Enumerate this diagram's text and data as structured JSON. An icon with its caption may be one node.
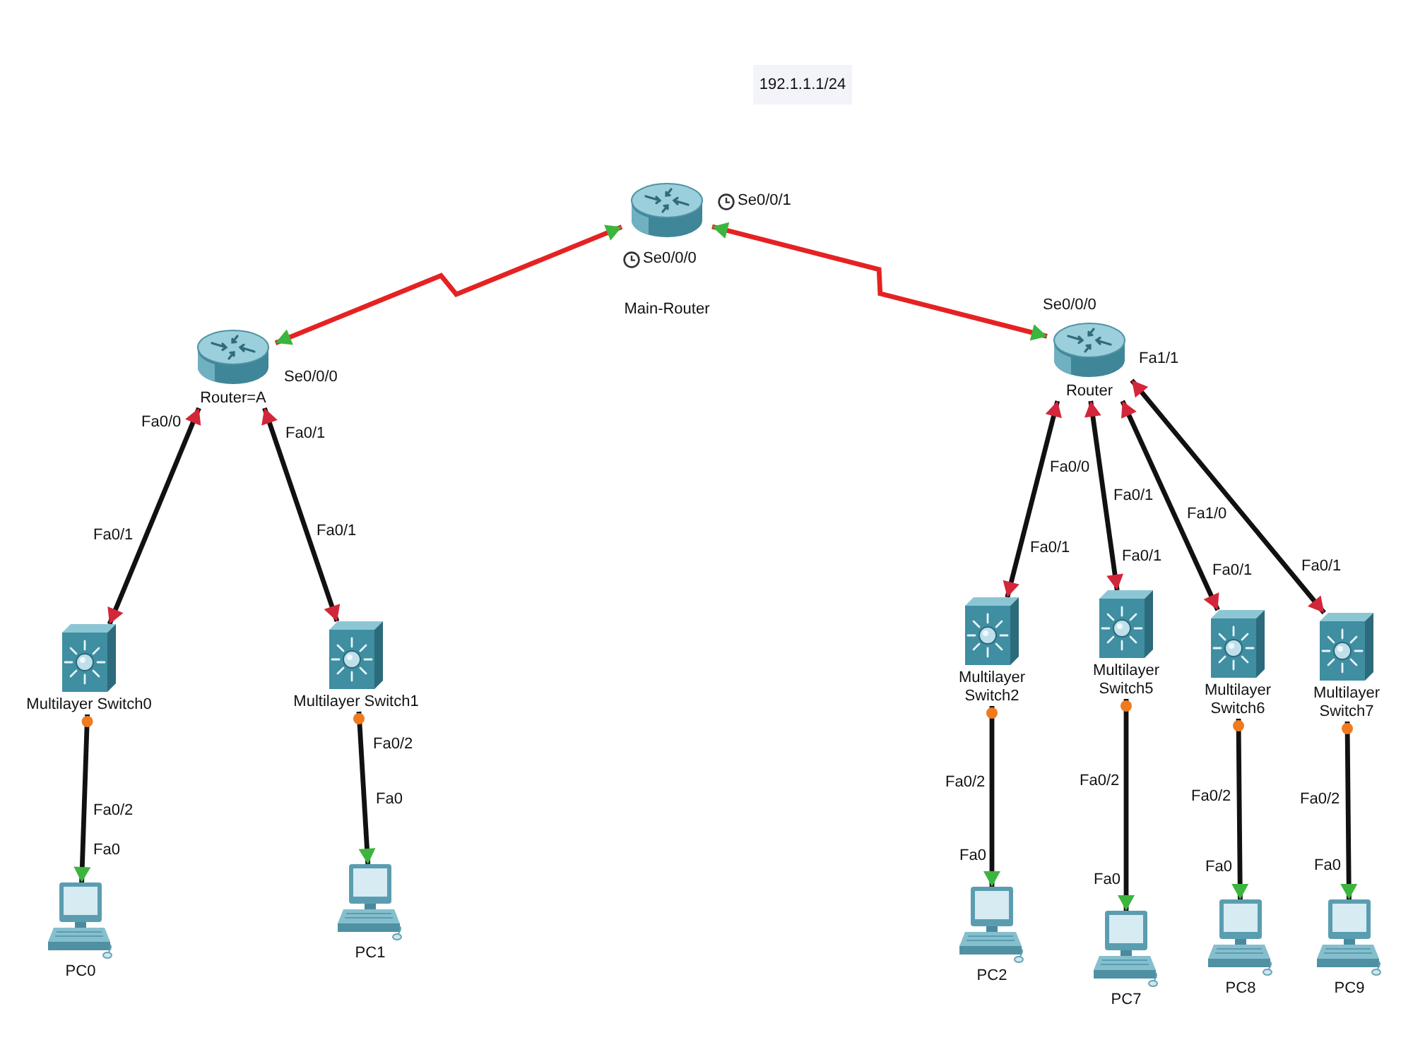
{
  "diagram": {
    "nodes": [
      {
        "text": [
          "192.1.1.1/24"
        ]
      },
      {
        "text": [
          "Main-Router"
        ]
      },
      {
        "text": [
          "Router=A"
        ]
      },
      {
        "text": [
          "Router"
        ]
      },
      {
        "text": [
          "Multilayer Switch0"
        ]
      },
      {
        "text": [
          "Multilayer Switch1"
        ]
      },
      {
        "text": [
          "Multilayer Switch2"
        ]
      },
      {
        "text": [
          "Multilayer Switch5"
        ]
      },
      {
        "text": [
          "Multilayer Switch6"
        ]
      },
      {
        "text": [
          "Multilayer Switch7"
        ]
      },
      {
        "text": [
          "PC0"
        ]
      },
      {
        "text": [
          "PC1"
        ]
      },
      {
        "text": [
          "PC2"
        ]
      },
      {
        "text": [
          "PC7"
        ]
      },
      {
        "text": [
          "PC8"
        ]
      },
      {
        "text": [
          "PC9"
        ]
      }
    ],
    "edges": [
      {
        "from": 1,
        "to": 2,
        "arrow": "both",
        "color": "#e52222"
      },
      {
        "from": 1,
        "to": 3,
        "arrow": "both",
        "color": "#e52222"
      },
      {
        "from": 2,
        "to": 4,
        "arrow": "both"
      },
      {
        "from": 2,
        "to": 5,
        "arrow": "both"
      },
      {
        "from": 3,
        "to": 6,
        "arrow": "both"
      },
      {
        "from": 3,
        "to": 7,
        "arrow": "both"
      },
      {
        "from": 3,
        "to": 8,
        "arrow": "both"
      },
      {
        "from": 3,
        "to": 9,
        "arrow": "both"
      },
      {
        "from": 4,
        "to": 10,
        "arrow": "to"
      },
      {
        "from": 5,
        "to": 11,
        "arrow": "to"
      },
      {
        "from": 6,
        "to": 12,
        "arrow": "to"
      },
      {
        "from": 7,
        "to": 13,
        "arrow": "to"
      },
      {
        "from": 8,
        "to": 14,
        "arrow": "to"
      },
      {
        "from": 9,
        "to": 15,
        "arrow": "to"
      }
    ],
    "labels": [
      "Se0/0/1",
      "Se0/0/0",
      "Se0/0/0",
      "Se0/0/0",
      "Fa1/1",
      "Fa0/0",
      "Fa0/1",
      "Fa0/0",
      "Fa0/1",
      "Fa1/0",
      "Fa0/1",
      "Fa0/1",
      "Fa0/1",
      "Fa0/1",
      "Fa0/1",
      "Fa0/1",
      "Fa0/2",
      "Fa0/2",
      "Fa0/2",
      "Fa0/2",
      "Fa0/2",
      "Fa0/2",
      "Fa0",
      "Fa0",
      "Fa0",
      "Fa0",
      "Fa0",
      "Fa0"
    ]
  }
}
